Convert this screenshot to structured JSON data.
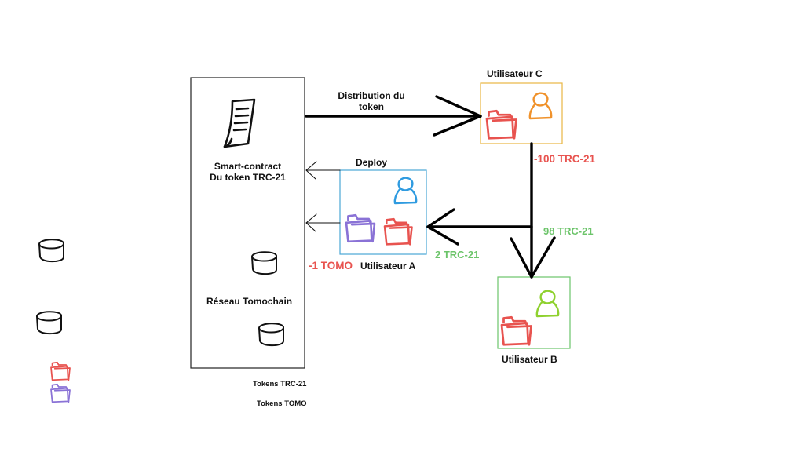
{
  "network_panel": {
    "contract_label_line1": "Smart-contract",
    "contract_label_line2": "Du token TRC-21",
    "network_label": "Réseau Tomochain"
  },
  "users": {
    "c": {
      "label": "Utilisateur C",
      "border_color": "#e8b642"
    },
    "a": {
      "label": "Utilisateur A",
      "border_color": "#4aa7d6"
    },
    "b": {
      "label": "Utilisateur B",
      "border_color": "#6cc46a"
    }
  },
  "flows": {
    "distribution_line1": "Distribution du",
    "distribution_line2": "token",
    "deploy": "Deploy",
    "minus_100": "-100 TRC-21",
    "plus_98": "98 TRC-21",
    "plus_2": "2 TRC-21",
    "minus_1_tomo": "-1 TOMO"
  },
  "legend": {
    "trc21": "Tokens TRC-21",
    "tomo": "Tokens TOMO"
  },
  "colors": {
    "trc21_token": "#e8534f",
    "tomo_token": "#8a72d6",
    "user_c_icon": "#f0922b",
    "user_a_icon": "#2f9be0",
    "user_b_icon": "#8fd12f",
    "negative": "#e8534f",
    "positive": "#6cc46a"
  },
  "icons": [
    "document-icon",
    "database-icon",
    "folder-icon",
    "user-icon",
    "arrow-icon"
  ]
}
